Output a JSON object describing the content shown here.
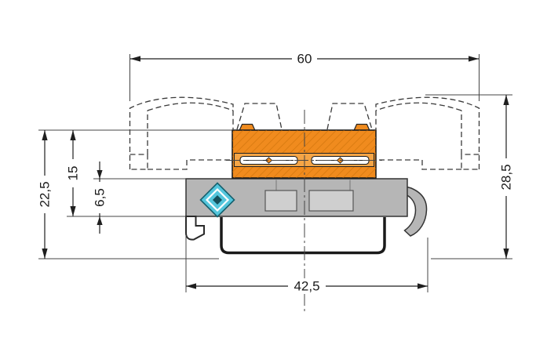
{
  "drawing": {
    "dims": {
      "overall_width": "60",
      "overall_height": "28,5",
      "left_total_height": "22,5",
      "left_mid_height": "15",
      "carrier_height": "6,5",
      "foot_width": "42,5"
    },
    "colors": {
      "connector_orange": "#F08B1E",
      "band_orange": "#F5A546",
      "hatch_orange": "#C96F08",
      "carrier_gray": "#B6B6B6",
      "carrier_slot_gray": "#CFCFCF",
      "marker_cyan": "#54C6DC",
      "marker_core": "#14505C",
      "line": "#1F1F1F",
      "background": "#FFFFFF"
    },
    "marker": {
      "name": "hex-socket-diamond"
    }
  }
}
